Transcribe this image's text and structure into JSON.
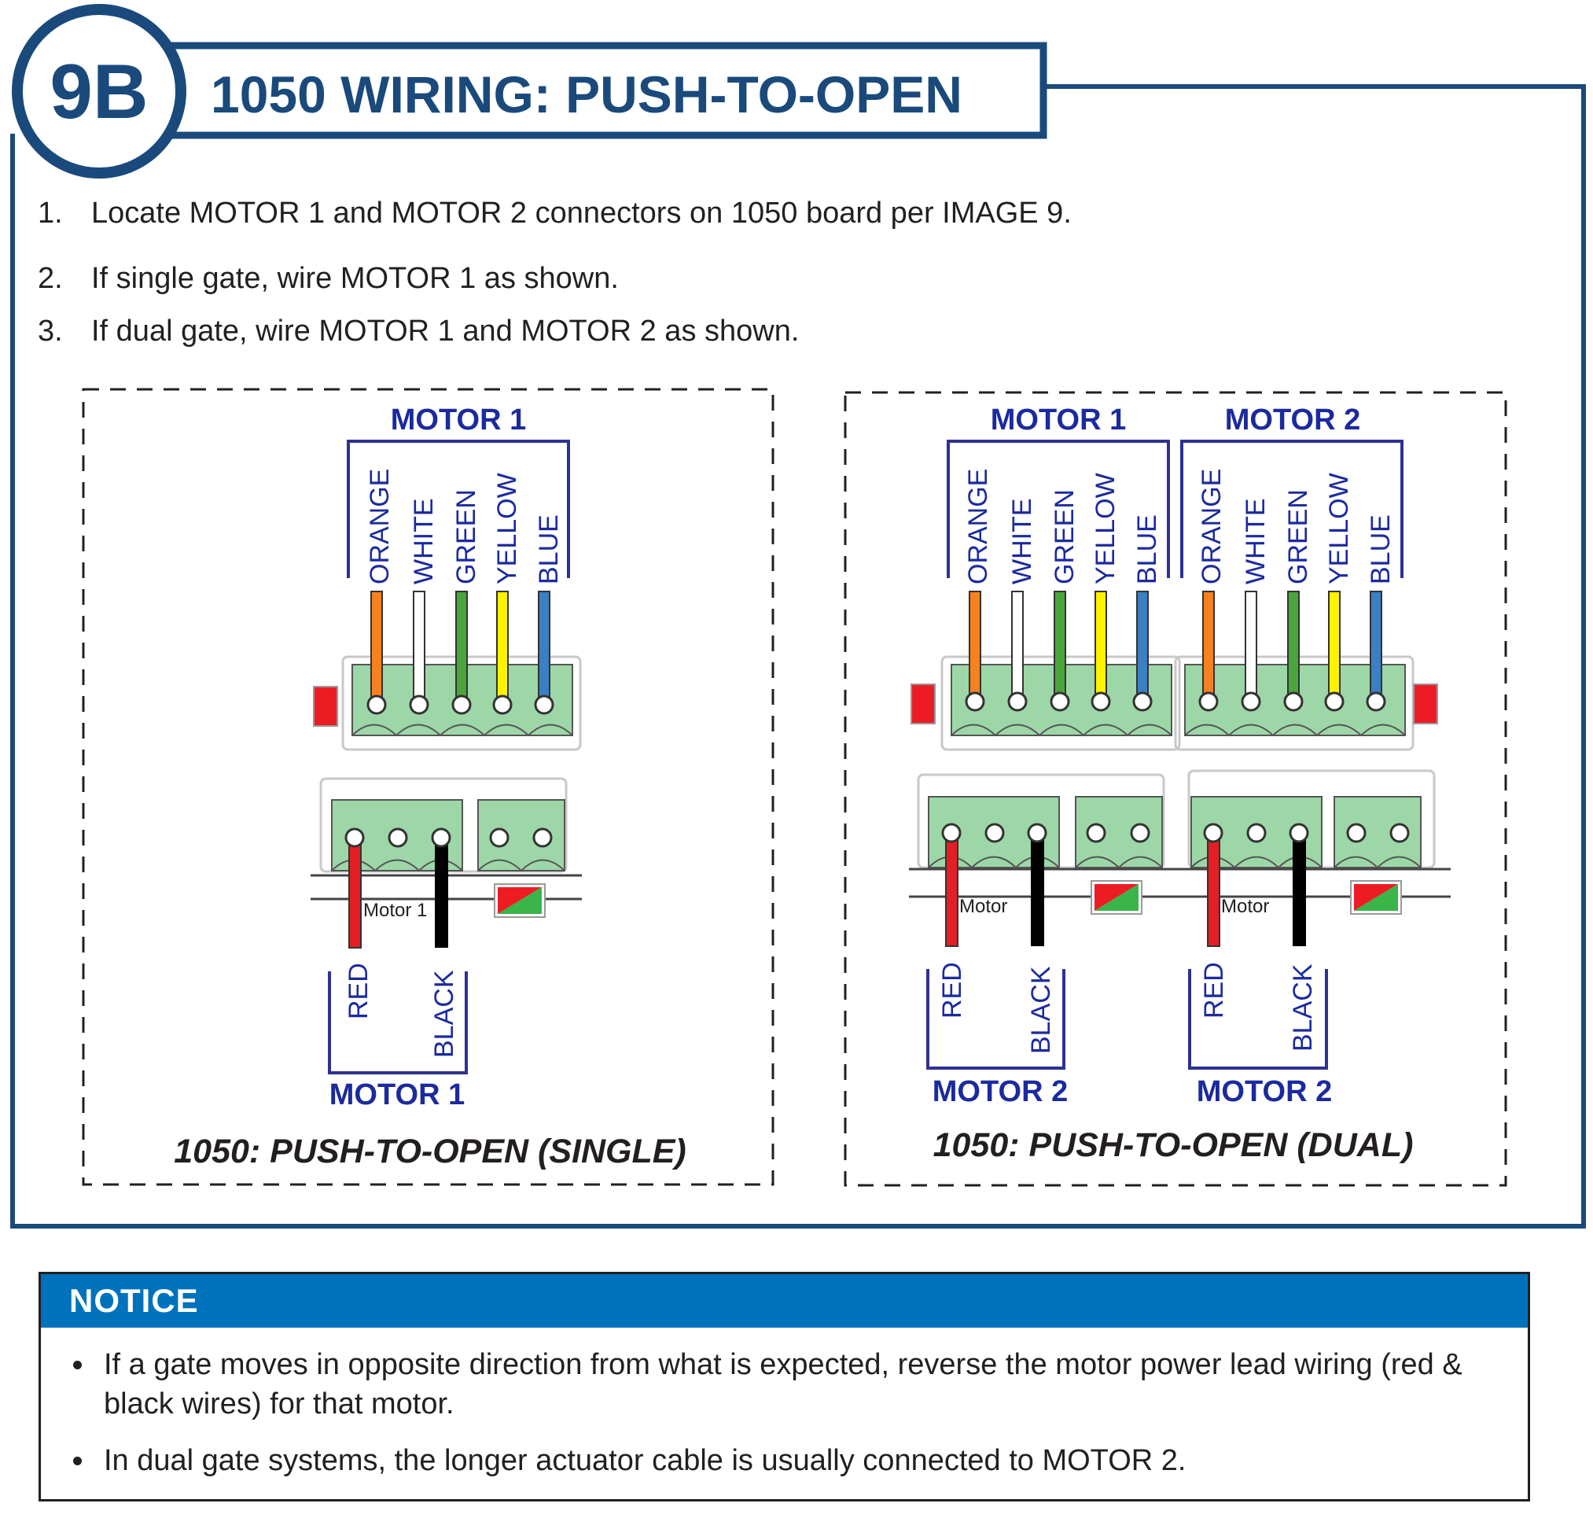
{
  "header": {
    "badge": "9B",
    "title": "1050 WIRING: PUSH-TO-OPEN"
  },
  "steps": [
    {
      "num": "1.",
      "text": "Locate MOTOR 1 and MOTOR 2 connectors on 1050 board per IMAGE 9."
    },
    {
      "num": "2.",
      "text": "If single gate, wire MOTOR 1 as shown."
    },
    {
      "num": "3.",
      "text": "If dual gate, wire MOTOR 1 and MOTOR 2 as shown."
    }
  ],
  "single": {
    "top_label": "MOTOR 1",
    "bottom_label": "MOTOR 1",
    "caption": "1050: PUSH-TO-OPEN (SINGLE)",
    "board_label": "Motor 1"
  },
  "dual": {
    "top_label_1": "MOTOR 1",
    "top_label_2": "MOTOR 2",
    "bottom_label_1": "MOTOR 2",
    "bottom_label_2": "MOTOR 2",
    "caption": "1050: PUSH-TO-OPEN (DUAL)",
    "board_label_1": "Motor",
    "board_label_2": "Motor"
  },
  "wire_labels": {
    "orange": "ORANGE",
    "white": "WHITE",
    "green": "GREEN",
    "yellow": "YELLOW",
    "blue": "BLUE",
    "red": "RED",
    "black": "BLACK"
  },
  "colors": {
    "brand_navy": "#1a4a7c",
    "label_blue": "#1b2a9e",
    "notice_blue": "#0072bc",
    "terminal_green": "#9dd7a7",
    "orange": "#f5821f",
    "white": "#ffffff",
    "green": "#4aa63c",
    "yellow": "#fff200",
    "blue": "#3b7fc4",
    "red": "#e31e24",
    "black": "#000000"
  },
  "notice": {
    "title": "NOTICE",
    "items": [
      "If a gate moves in opposite direction from what is expected, reverse the motor power lead wiring (red & black wires) for that motor.",
      "In dual gate systems, the longer actuator cable is usually connected to MOTOR 2."
    ]
  }
}
